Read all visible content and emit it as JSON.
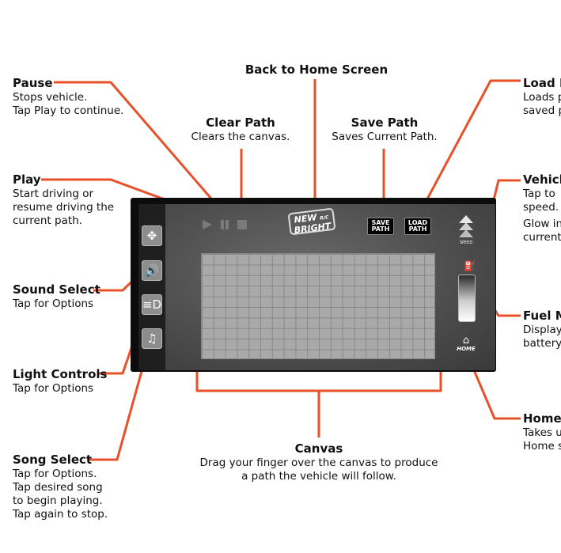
{
  "callouts": {
    "pause": {
      "title": "Pause",
      "desc": [
        "Stops vehicle.",
        "Tap Play to continue."
      ]
    },
    "play": {
      "title": "Play",
      "desc": [
        "Start driving or",
        "resume driving the",
        "current path."
      ]
    },
    "sound": {
      "title": "Sound Select",
      "desc": [
        "Tap for Options"
      ]
    },
    "light": {
      "title": "Light Controls",
      "desc": [
        "Tap for Options"
      ]
    },
    "song": {
      "title": "Song Select",
      "desc": [
        "Tap for Options.",
        "Tap desired song",
        "to begin playing.",
        "Tap again to stop."
      ]
    },
    "clear": {
      "title": "Clear Path",
      "desc": [
        "Clears the canvas."
      ]
    },
    "back": {
      "title": "Back to Home Screen"
    },
    "save": {
      "title": "Save Path",
      "desc": [
        "Saves Current Path."
      ]
    },
    "load": {
      "title": "Load P",
      "desc": [
        "Loads p",
        "saved p"
      ]
    },
    "vehicle": {
      "title": "Vehicle",
      "desc": [
        "Tap to",
        "speed.",
        "Glow in",
        "current"
      ]
    },
    "fuel": {
      "title": "Fuel M",
      "desc": [
        "Display",
        "battery"
      ]
    },
    "home": {
      "title": "Home",
      "desc": [
        "Takes u",
        "Home s"
      ]
    },
    "canvas": {
      "title": "Canvas",
      "desc": [
        "Drag your finger over the canvas to produce",
        "a path the vehicle will follow."
      ]
    }
  },
  "device": {
    "logo": [
      "NEW",
      "BRIGHT"
    ],
    "logo_small": "R/C",
    "save_button": [
      "SAVE",
      "PATH"
    ],
    "load_button": [
      "LOAD",
      "PATH"
    ],
    "home_label": "HOME",
    "speed_label": "SPEED",
    "sidebar_icons": [
      "move-arrows-icon",
      "speaker-icon",
      "headlight-icon",
      "music-note-icon"
    ],
    "controls": [
      "play-icon",
      "pause-icon",
      "stop-icon"
    ]
  },
  "colors": {
    "leader": "#e8502a",
    "frame": "#0c0c0c"
  }
}
